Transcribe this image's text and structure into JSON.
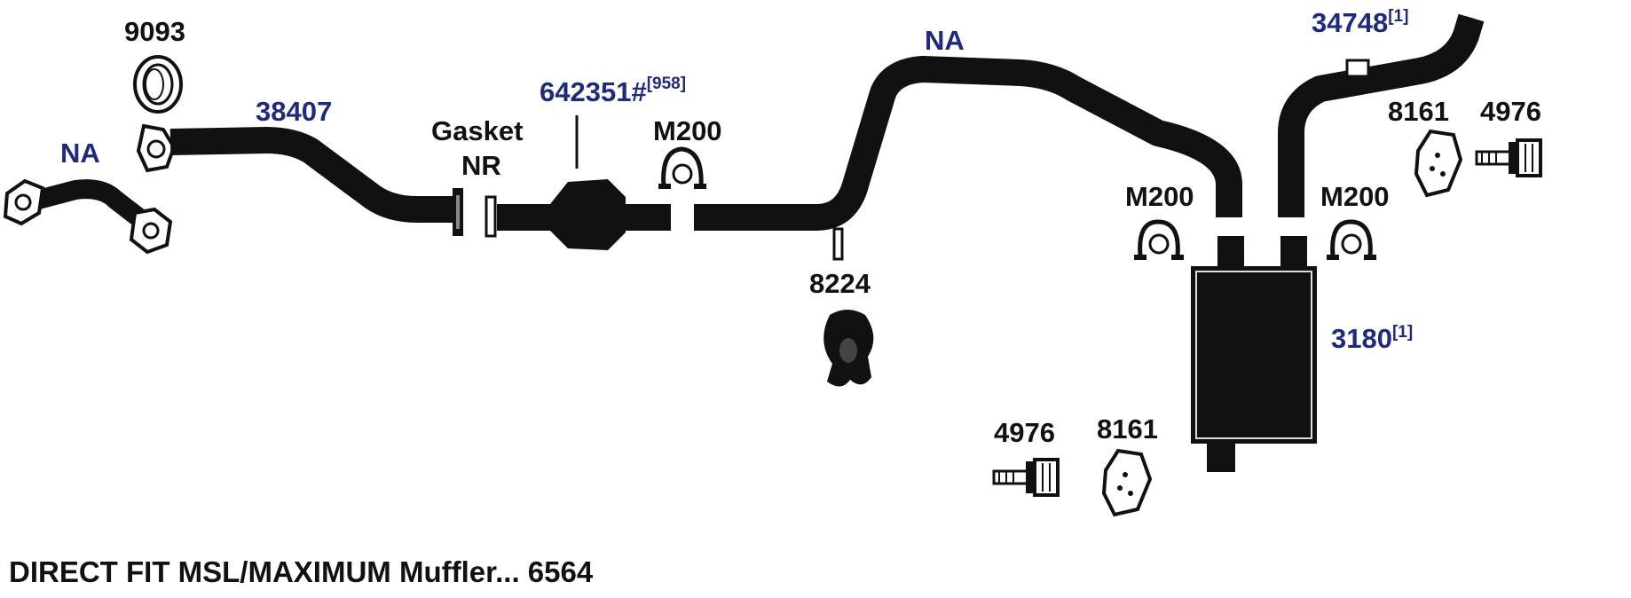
{
  "diagram": {
    "labels": {
      "na_left": "NA",
      "part_9093": "9093",
      "part_38407": "38407",
      "gasket_line1": "Gasket",
      "gasket_line2": "NR",
      "catalytic_number": "642351#",
      "catalytic_note": "[958]",
      "clamp_top": "M200",
      "na_top": "NA",
      "part_34748": "34748",
      "part_34748_note": "[1]",
      "hanger_top_right": "8161",
      "bolt_top_right": "4976",
      "clamp_mid_left": "M200",
      "clamp_mid_right": "M200",
      "part_8224": "8224",
      "part_3180": "3180",
      "part_3180_note": "[1]",
      "bolt_bottom": "4976",
      "hanger_bottom": "8161"
    },
    "footer": "DIRECT FIT MSL/MAXIMUM Muffler... 6564",
    "colors": {
      "part_number_blue": "#1f2a7a",
      "label_black": "#111111",
      "line": "#111111",
      "background": "#ffffff"
    }
  }
}
